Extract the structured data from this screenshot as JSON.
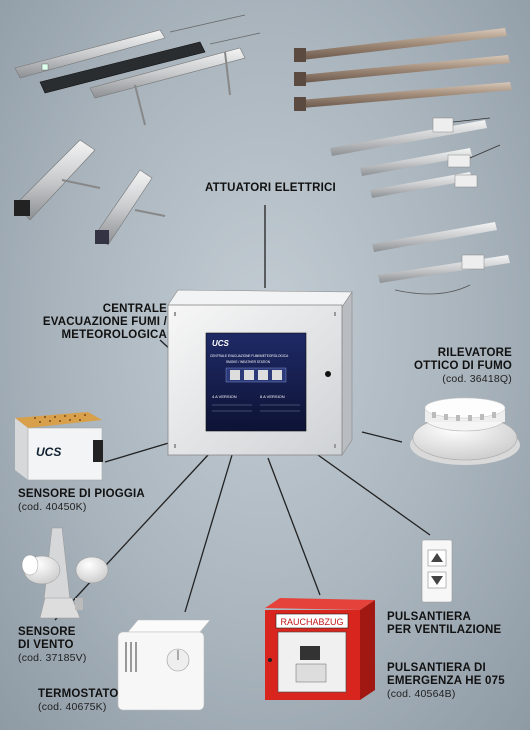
{
  "labels": {
    "attuatori": "ATTUATORI ELETTRICI",
    "centrale": [
      "CENTRALE",
      "EVACUAZIONE FUMI /",
      "METEOROLOGICA"
    ],
    "rilevatore": [
      "RILEVATORE",
      "OTTICO DI FUMO"
    ],
    "rilevatore_code": "(cod. 36418Q)",
    "pioggia": "SENSORE DI PIOGGIA",
    "pioggia_code": "(cod. 40450K)",
    "vento": [
      "SENSORE",
      "DI VENTO"
    ],
    "vento_code": "(cod. 37185V)",
    "termostato": "TERMOSTATO",
    "termostato_code": "(cod. 40675K)",
    "ventilazione": [
      "PULSANTIERA",
      "PER VENTILAZIONE"
    ],
    "emergenza": [
      "PULSANTIERA DI",
      "EMERGENZA HE 075"
    ],
    "emergenza_code": "(cod. 40564B)"
  },
  "panel": {
    "brand": "UCS",
    "screen_title": "CENTRALE EVACUAZIONE FUMI/METEOROLOGICA",
    "screen_sub": "SMOKE / WEATHER STATION",
    "version_a": "4 A VERSION",
    "version_b": "8 A VERSION"
  },
  "rain_sensor_brand": "UCS",
  "emergency_box_label": "RAUCHABZUG",
  "colors": {
    "line": "#222222",
    "emergency_red": "#d8261e"
  }
}
